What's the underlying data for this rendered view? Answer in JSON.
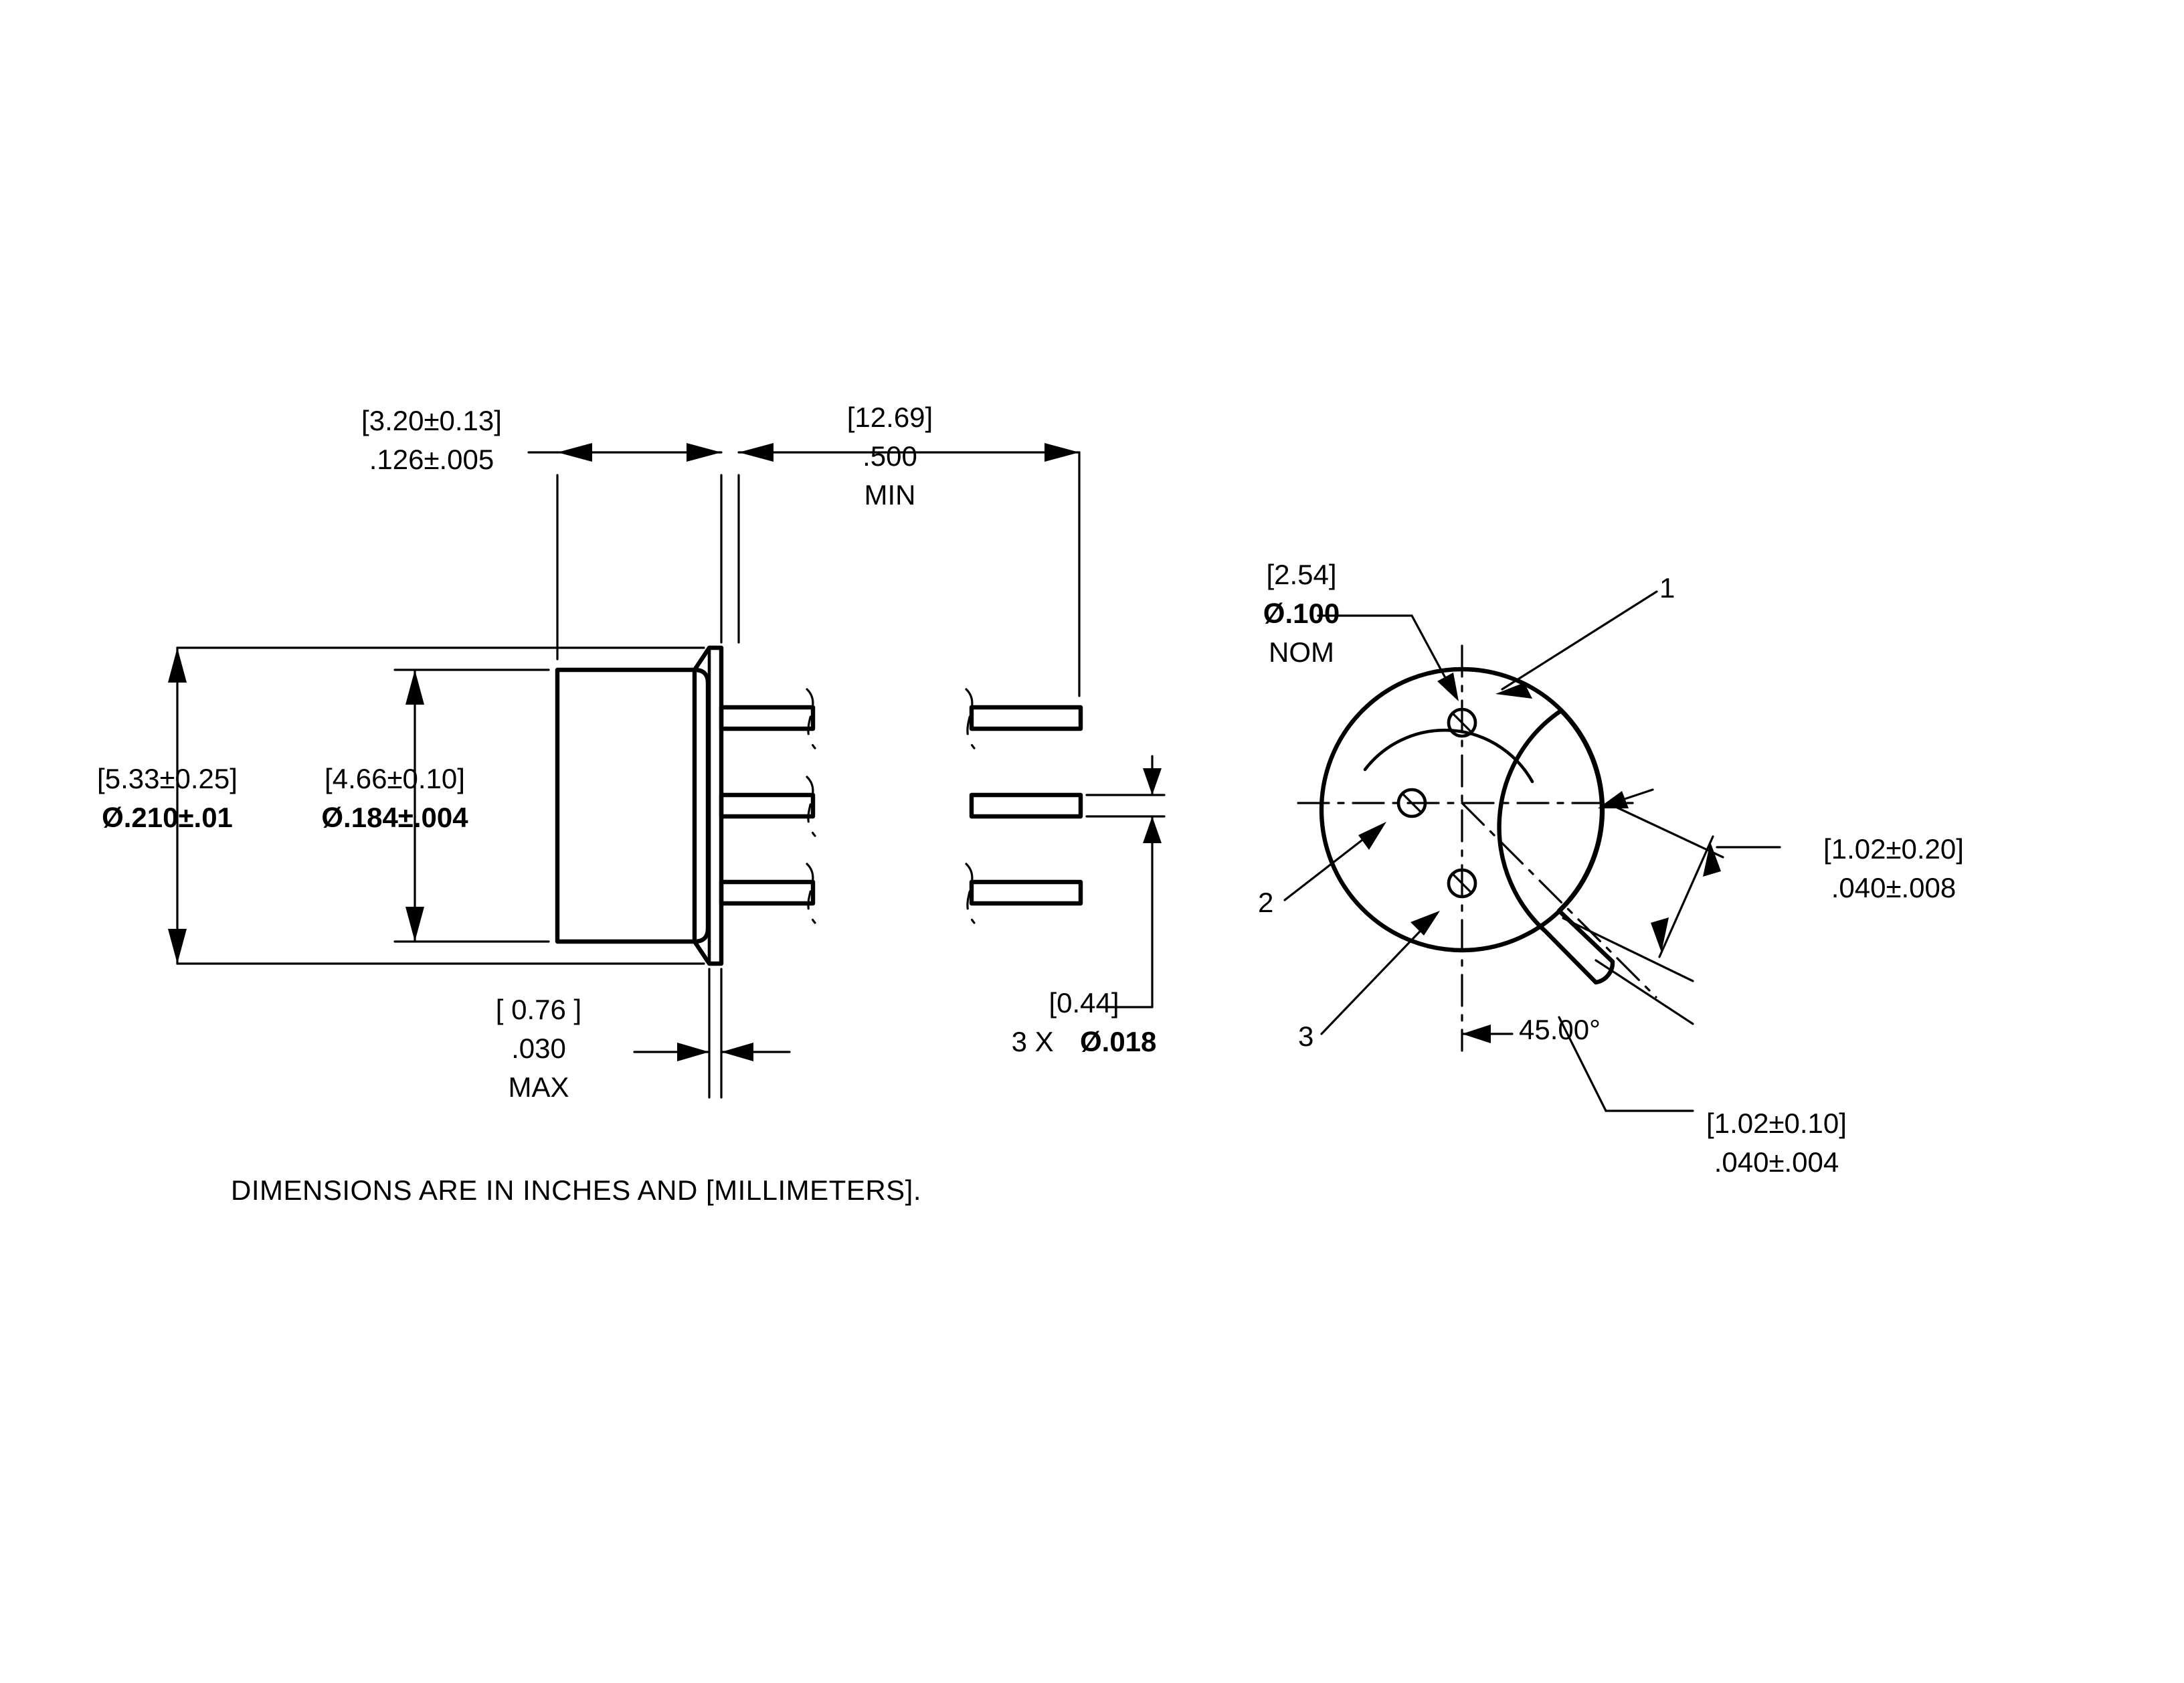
{
  "title": "TO-18 / TO-46 transistor package outline drawing",
  "footer_note": "DIMENSIONS ARE IN INCHES AND [MILLIMETERS].",
  "side_view": {
    "body_width": {
      "mm": "[3.20±0.13]",
      "inch": ".126±.005"
    },
    "lead_length": {
      "mm": "[12.69]",
      "inch": ".500",
      "modifier": "MIN"
    },
    "flange_diameter": {
      "mm": "[5.33±0.25]",
      "inch": "Ø.210±.01"
    },
    "body_diameter": {
      "mm": "[4.66±0.10]",
      "inch": "Ø.184±.004"
    },
    "flange_thickness": {
      "mm": "[ 0.76 ]",
      "inch": ".030",
      "modifier": "MAX"
    }
  },
  "lead_detail": {
    "lead_diameter": {
      "mm": "[0.44]",
      "inch": "Ø.018",
      "qty": "3 X"
    }
  },
  "bottom_view": {
    "pin_circle": {
      "mm": "[2.54]",
      "inch": "Ø.100",
      "modifier": "NOM"
    },
    "tab_width": {
      "mm": "[1.02±0.20]",
      "inch": ".040±.008"
    },
    "tab_thickness": {
      "mm": "[1.02±0.10]",
      "inch": ".040±.004"
    },
    "tab_angle": "45.00°",
    "pin_labels": [
      "1",
      "2",
      "3"
    ]
  }
}
